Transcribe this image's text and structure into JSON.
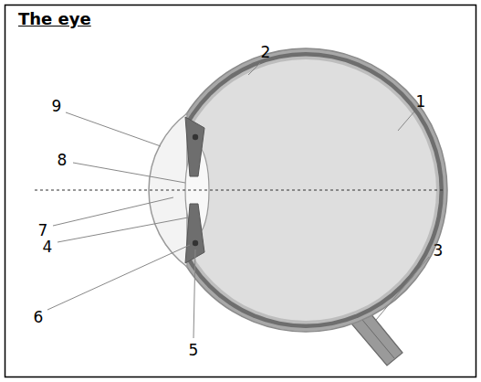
{
  "diagram": {
    "title": "The eye",
    "labels": [
      "2",
      "9",
      "1",
      "8",
      "3",
      "7",
      "4",
      "6",
      "5"
    ]
  }
}
